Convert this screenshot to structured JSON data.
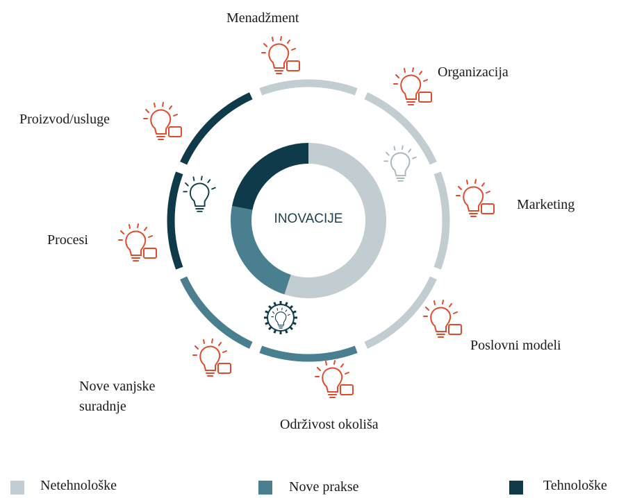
{
  "center_label": "INOVACIJE",
  "colors": {
    "netehnoloske": "#c2cdd2",
    "nove_prakse": "#4a7f8f",
    "tehnoloske": "#0f3a4a",
    "accent_icon": "#e04a2a",
    "group_icon_light": "#a7b6bd"
  },
  "inner_ring": {
    "segments": [
      {
        "group": "netehnoloske",
        "share": 0.55
      },
      {
        "group": "nove_prakse",
        "share": 0.23
      },
      {
        "group": "tehnoloske",
        "share": 0.22
      }
    ]
  },
  "categories": [
    {
      "id": "menadzment",
      "label": "Menadžment",
      "group": "netehnoloske",
      "icon": "bulb-gear-person-icon"
    },
    {
      "id": "organizacija",
      "label": "Organizacija",
      "group": "netehnoloske",
      "icon": "bulb-network-icon"
    },
    {
      "id": "marketing",
      "label": "Marketing",
      "group": "netehnoloske",
      "icon": "bulb-megaphone-icon"
    },
    {
      "id": "poslovni_modeli",
      "label": "Poslovni modeli",
      "group": "netehnoloske",
      "icon": "bulb-money-gear-icon"
    },
    {
      "id": "odrzivost",
      "label": "Održivost okoliša",
      "group": "nove_prakse",
      "icon": "bulb-leaf-icon"
    },
    {
      "id": "suradnje",
      "label": "Nove vanjske\nsuradnje",
      "label_line1": "Nove vanjske",
      "label_line2": "suradnje",
      "group": "nove_prakse",
      "icon": "bulb-handshake-icon"
    },
    {
      "id": "procesi",
      "label": "Procesi",
      "group": "tehnoloske",
      "icon": "bulb-process-blocks-icon"
    },
    {
      "id": "proizvod",
      "label": "Proizvod/usluge",
      "group": "tehnoloske",
      "icon": "bulb-hand-box-icon"
    }
  ],
  "group_icons": [
    {
      "group": "netehnoloske",
      "icon": "bulb-person-icon"
    },
    {
      "group": "nove_prakse",
      "icon": "bulb-gear-wheel-icon"
    },
    {
      "group": "tehnoloske",
      "icon": "bulb-gear-icon"
    }
  ],
  "legend": [
    {
      "group": "netehnoloske",
      "label": "Netehnološke"
    },
    {
      "group": "nove_prakse",
      "label": "Nove prakse"
    },
    {
      "group": "tehnoloske",
      "label": "Tehnološke"
    }
  ]
}
